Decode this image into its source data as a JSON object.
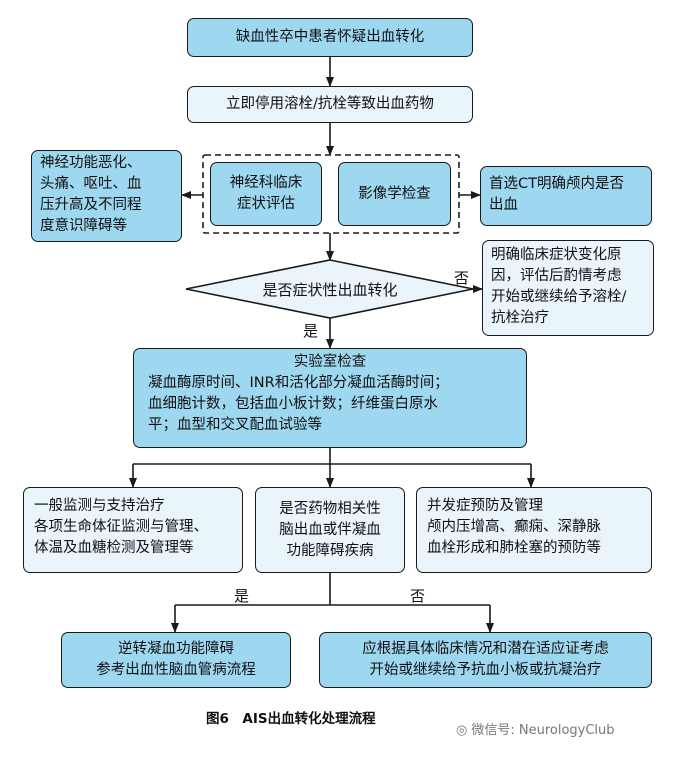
{
  "nodes": {
    "start": "缺血性卒中患者怀疑出血转化",
    "stop_drugs": "立即停用溶栓/抗栓等致出血药物",
    "neuro_assess": "神经科临床\n症状评估",
    "imaging": "影像学检查",
    "symptoms_note": "神经功能恶化、\n头痛、呕吐、血\n压升高及不同程\n度意识障碍等",
    "ct_note": "首选CT明确颅内是否\n出血",
    "decision_symptomatic": "是否症状性出血转化",
    "no_branch_note": "明确临床症状变化原\n因，评估后酌情考虑\n开始或继续给予溶栓/\n抗栓治疗",
    "lab_title": "实验室检查",
    "lab_body": "凝血酶原时间、INR和活化部分凝血活酶时间；\n血细胞计数，包括血小板计数；纤维蛋白原水\n平；血型和交叉配血试验等",
    "general_care": "一般监测与支持治疗\n各项生命体征监测与管理、\n体温及血糖检测及管理等",
    "drug_related": "是否药物相关性\n脑出血或伴凝血\n功能障碍疾病",
    "complication": "并发症预防及管理\n颅内压增高、癫痫、深静脉\n血栓形成和肺栓塞的预防等",
    "reverse": "逆转凝血功能障碍\n参考出血性脑血管病流程",
    "consider": "应根据具体临床情况和潜在适应证考虑\n开始或继续给予抗血小板或抗凝治疗"
  },
  "labels": {
    "no_1": "否",
    "yes_1": "是",
    "yes_2": "是",
    "no_2": "否"
  },
  "caption": "图6　AIS出血转化处理流程",
  "watermark": "微信号: NeurologyClub",
  "colors": {
    "dark_fill": "#9ed7f0",
    "light_fill": "#e9f4fb",
    "stroke": "#1a1a1a"
  }
}
